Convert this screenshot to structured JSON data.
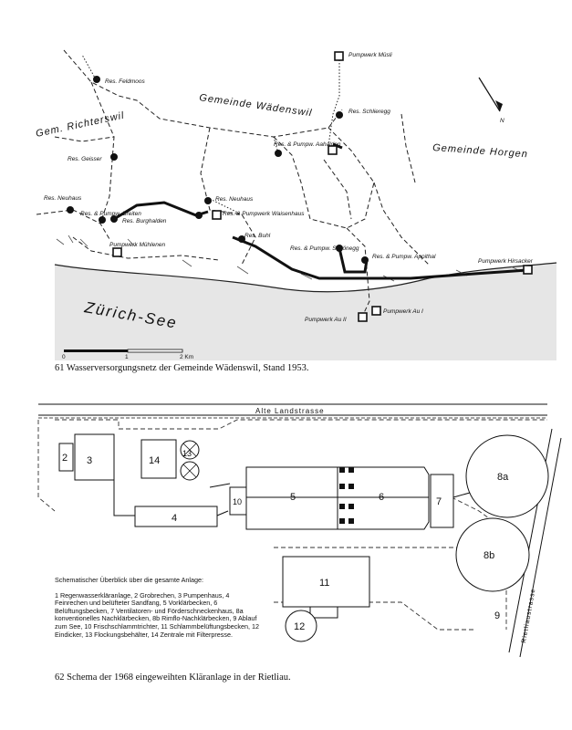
{
  "map": {
    "municipalities": {
      "richterswil": "Gem. Richterswil",
      "waedenswil": "Gemeinde Wädenswil",
      "horgen": "Gemeinde Horgen"
    },
    "lake": "Zürich-See",
    "north": "N",
    "scale": {
      "zero": "0",
      "one": "1",
      "two": "2 Km"
    },
    "labels": {
      "feldmoos": "Res. Feldmoos",
      "geisser": "Res. Geisser",
      "neuhaus_w": "Res. Neuhaus",
      "breiten": "Res. & Pumpw. Breiten",
      "burghalden": "Res. Burghalden",
      "neuhaus_e": "Res. Neuhaus",
      "waisenhaus": "Res. & Pumpwerk Waisenhaus",
      "buhl": "Res. Buhl",
      "muehlenen": "Pumpwerk Mühlenen",
      "aahalden": "Res. & Pumpw. Aahalden",
      "schlieregg": "Res. Schlieregg",
      "muesli": "Pumpwerk Müsli",
      "schoenegg": "Res. & Pumpw. Schönegg",
      "appithal": "Res. & Pumpw. Appithal",
      "hirsacker": "Pumpwerk Hirsacker",
      "au1": "Pumpwerk Au I",
      "au2": "Pumpwerk Au II"
    }
  },
  "caption1": "61 Wasserversorgungsnetz der Gemeinde Wädenswil, Stand 1953.",
  "plant": {
    "road_top": "Alte Landstrasse",
    "road_right": "Rietliaustrasse",
    "numbers": {
      "n2": "2",
      "n3": "3",
      "n4": "4",
      "n5": "5",
      "n6": "6",
      "n7": "7",
      "n8a": "8a",
      "n8b": "8b",
      "n9": "9",
      "n10": "10",
      "n11": "11",
      "n12": "12",
      "n13": "13",
      "n14": "14"
    },
    "legend_title": "Schematischer Überblick über die gesamte Anlage:",
    "legend_text": "1 Regenwasserkläranlage, 2 Grobrechen, 3 Pumpenhaus, 4 Feinrechen und belüfteter Sandfang, 5 Vorklärbecken, 6 Belüftungsbecken, 7 Ventilatoren- und Förderschneckenhaus, 8a konventionelles Nachklärbecken, 8b Rimflo-Nachklärbecken, 9 Ablauf zum See, 10 Frischschlammtrichter, 11 Schlammbelüftungsbecken, 12 Eindicker, 13 Flockungsbehälter, 14 Zentrale mit Filterpresse."
  },
  "caption2": "62 Schema der 1968 eingeweihten Kläranlage in der Rietliau."
}
